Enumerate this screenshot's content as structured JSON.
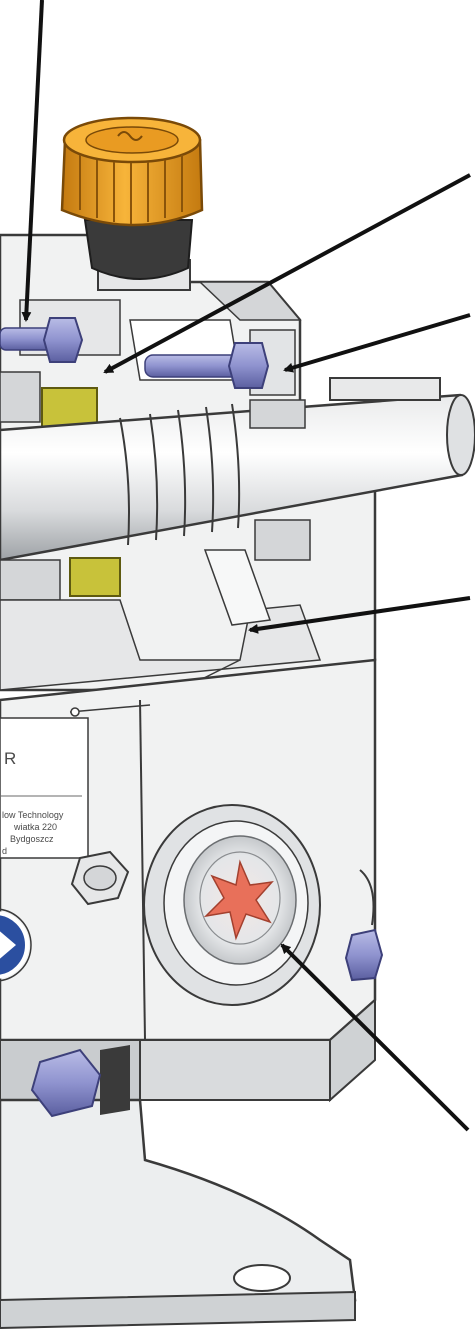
{
  "nameplate": {
    "letter": "R",
    "line1": "low Technology",
    "line2": "wiatka 220",
    "line3": "Bydgoszcz",
    "line4": "d"
  },
  "colors": {
    "outline": "#3a3a3a",
    "body": "#f1f2f2",
    "body_shade": "#d4d6d8",
    "bolt": "#8f93cf",
    "bolt_dark": "#5b5fa0",
    "cap": "#f2a01f",
    "cap_dark": "#c47a10",
    "collar": "#3a3a3a",
    "seal": "#c8c23a",
    "sight_mark": "#e8705a",
    "badge": "#2b4fa0",
    "arrow": "#111111"
  }
}
